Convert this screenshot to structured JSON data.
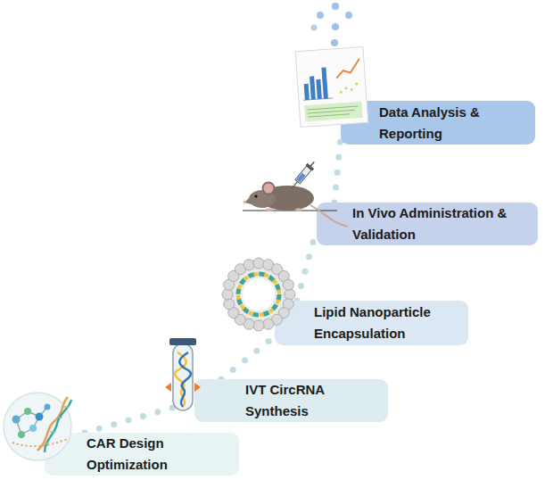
{
  "diagram": {
    "nodes": [
      {
        "text": [
          "CAR Design Optimization"
        ]
      },
      {
        "text": [
          "IVT CircRNA Synthesis"
        ]
      },
      {
        "text": [
          "Lipid Nanoparticle Encapsulation"
        ]
      },
      {
        "text": [
          "In Vivo Administration & Validation"
        ]
      },
      {
        "text": [
          "Data Analysis & Reporting"
        ]
      }
    ],
    "edges": [
      {
        "from": 0,
        "to": 1,
        "arrow": "none"
      },
      {
        "from": 1,
        "to": 2,
        "arrow": "none"
      },
      {
        "from": 2,
        "to": 3,
        "arrow": "none"
      },
      {
        "from": 3,
        "to": 4,
        "arrow": "none"
      }
    ]
  }
}
